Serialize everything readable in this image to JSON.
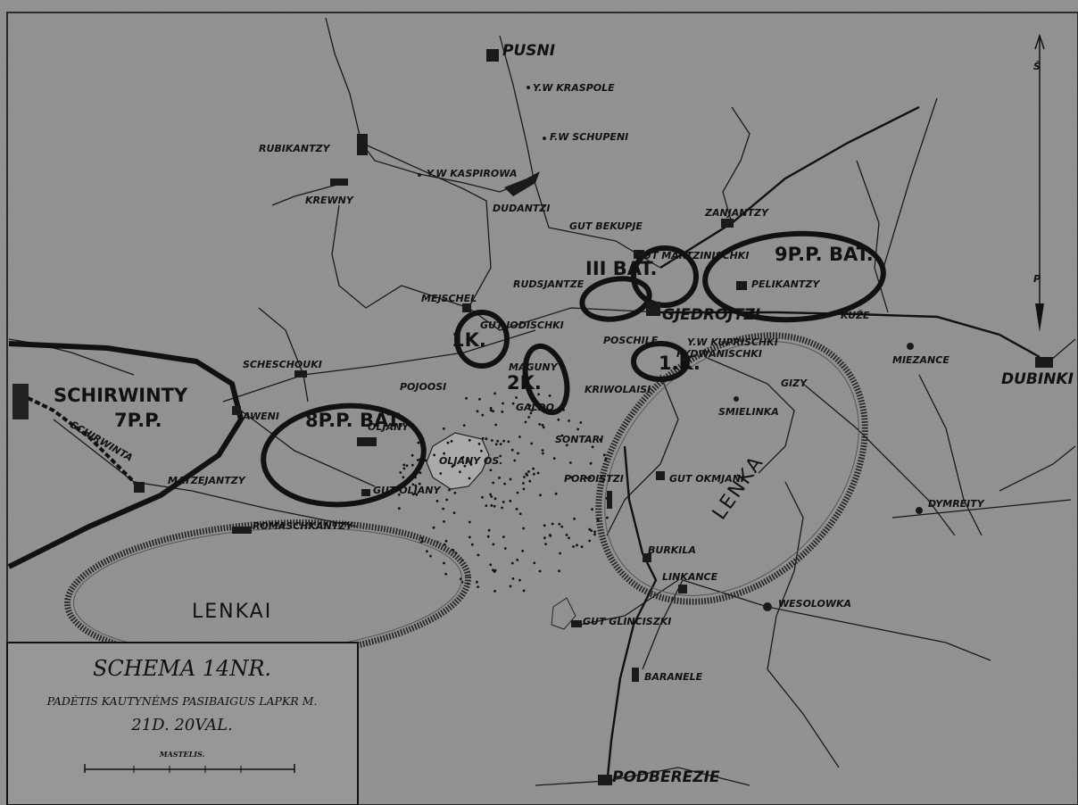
{
  "legend": {
    "title": "SCHEMA 14NR.",
    "subtitle": "PADĖTIS KAUTYNĖMS PASIBAIGUS LAPKR M.",
    "date": "21D. 20VAL.",
    "scale_label": "MASTELIS."
  },
  "compass": {
    "north": "Š",
    "south": "P"
  },
  "places": {
    "pusni": "PUSNI",
    "kraspole": "Y.W KRASPOLE",
    "schupeni": "F.W SCHUPENI",
    "rubikantzy": "RUBIKANTZY",
    "krewny": "KREWNY",
    "kaspirowa": "Y.W KASPIROWA",
    "dudantzi": "DUDANTZI",
    "gut_bekupje": "GUT BEKUPJE",
    "zanjantzy": "ZANJANTZY",
    "gut_martzinischki": "GUT MARTZINISCHKI",
    "pelikantzy": "PELIKANTZY",
    "mejschel": "MEJSCHEL",
    "rudsjantze": "RUDSJANTZE",
    "gjedrojtzi": "GJEDROJTZI",
    "kuze": "KUŽE",
    "gut_joditschki": "GUT JODISCHKI",
    "poschile": "POSCHILE",
    "kuprischki": "Y.W KUPRISCHKI",
    "miezance": "MIEZANCE",
    "dubinki": "DUBINKI",
    "scheschouki": "SCHESCHOUKI",
    "pojoosi": "POJOOSI",
    "maguny": "MAGUNY",
    "rydwanischki": "RYDWANISCHKI",
    "kriwoalaisi": "KRIWOLAISI",
    "gizy": "GIZY",
    "smielinka": "SMIELINKA",
    "galdo": "GALDO",
    "jaweni": "JAWENI",
    "oljany": "OLJANY",
    "oljany_ozero": "OLJANY OS.",
    "sontari": "SONTARI",
    "poroistzi": "POROISTZI",
    "gut_okmjani": "GUT OKMJANI",
    "matzejantzy": "MATZEJANTZY",
    "gut_oljany": "GUT OLJANY",
    "dymreity": "DYMREITY",
    "romaschkantzy": "ROMASCHKANTZY",
    "burkila": "BURKILA",
    "linkance": "LINKANCE",
    "wesolowka": "WESOLOWKA",
    "gut_glinciszki": "GUT GLINCISZKI",
    "baranele": "BARANELE",
    "podberezie": "PODBEREZIE",
    "river_label": "SCHIRWINTA"
  },
  "units": {
    "schirwinty": "SCHIRWINTY",
    "reg7": "7P.P.",
    "reg8": "8P.P. BAT.",
    "reg9": "9P.P. BAT.",
    "bat3": "III BAT.",
    "k1": "1K.",
    "k2": "2K.",
    "k1b": "1.K."
  },
  "enemy": {
    "lenkai": "LENKAI",
    "lenka": "LENKA"
  },
  "colors": {
    "paper": "#8c8c8c",
    "ink": "#111111"
  }
}
